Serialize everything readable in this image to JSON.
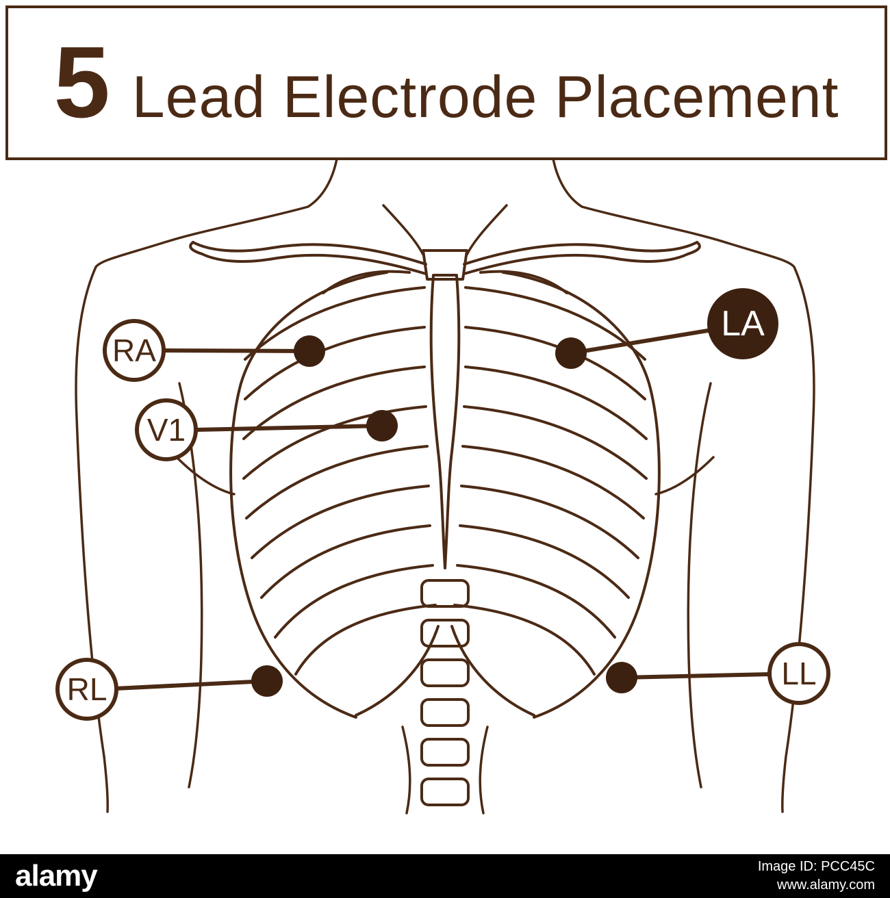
{
  "title": {
    "number": "5",
    "text": "Lead Electrode Placement"
  },
  "electrodes": [
    {
      "id": "ra",
      "label": "RA"
    },
    {
      "id": "la",
      "label": "LA"
    },
    {
      "id": "v1",
      "label": "V1"
    },
    {
      "id": "rl",
      "label": "RL"
    },
    {
      "id": "ll",
      "label": "LL"
    }
  ],
  "footer": {
    "logo": "alamy",
    "image_id": "Image ID: PCC45C",
    "url": "www.alamy.com"
  },
  "colors": {
    "ink": "#4b2a15",
    "electrode_fill": "#3d2110",
    "footer_bg": "#000000",
    "footer_text": "#ffffff"
  }
}
